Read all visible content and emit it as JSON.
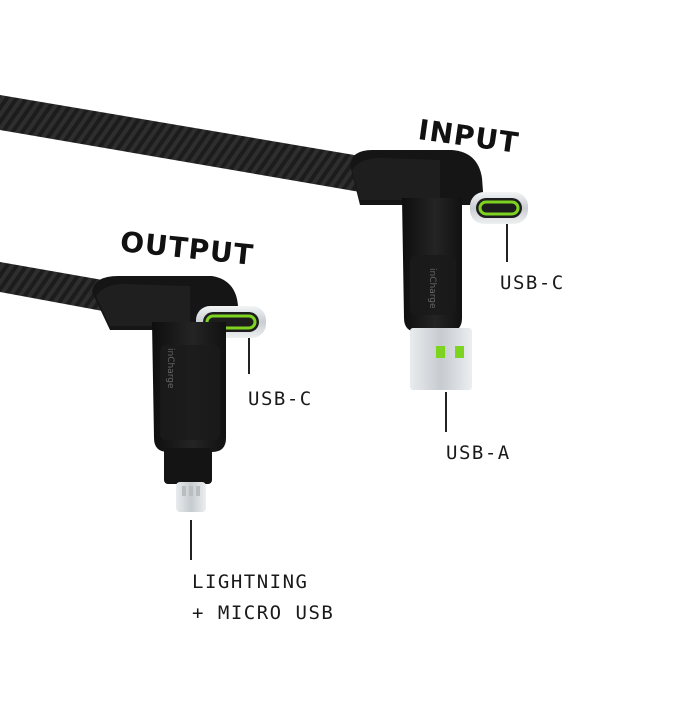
{
  "headings": {
    "input": "INPUT",
    "output": "OUTPUT"
  },
  "labels": {
    "input_usb_c": "USB-C",
    "input_usb_a": "USB-A",
    "output_usb_c": "USB-C",
    "output_lightning_line1": "LIGHTNING",
    "output_lightning_line2": "+ MICRO USB"
  },
  "brand": {
    "logo_text": "inCharge"
  },
  "colors": {
    "accent_green": "#7ed321",
    "cable_black": "#1b1b1b",
    "metal_silver": "#d9dde0"
  }
}
